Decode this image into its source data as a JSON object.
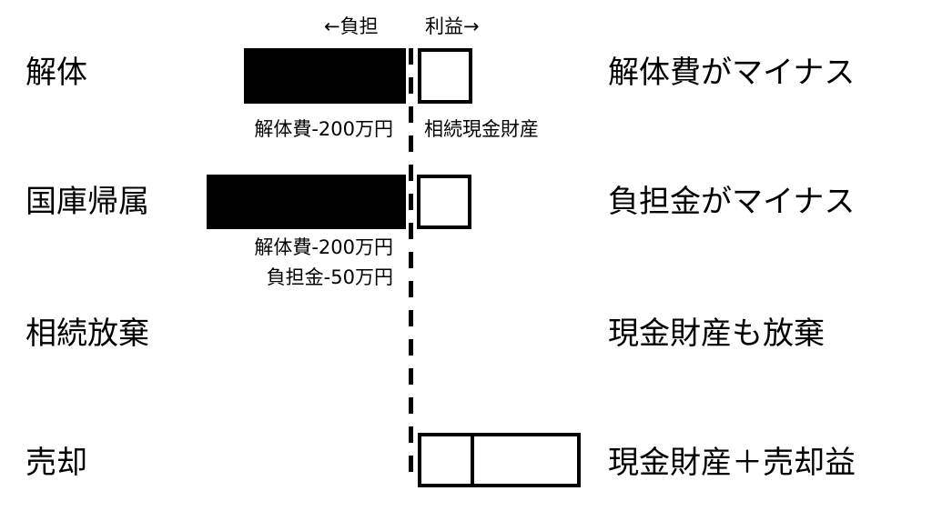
{
  "header": {
    "burden": "←負担",
    "benefit": "利益→"
  },
  "rows": [
    {
      "label": "解体",
      "result": "解体費がマイナス",
      "burden_notes": [
        "解体費-200万円"
      ],
      "benefit_note": "相続現金財産"
    },
    {
      "label": "国庫帰属",
      "result": "負担金がマイナス",
      "burden_notes": [
        "解体費-200万円",
        "負担金-50万円"
      ]
    },
    {
      "label": "相続放棄",
      "result": "現金財産も放棄"
    },
    {
      "label": "売却",
      "result": "現金財産＋売却益"
    }
  ]
}
